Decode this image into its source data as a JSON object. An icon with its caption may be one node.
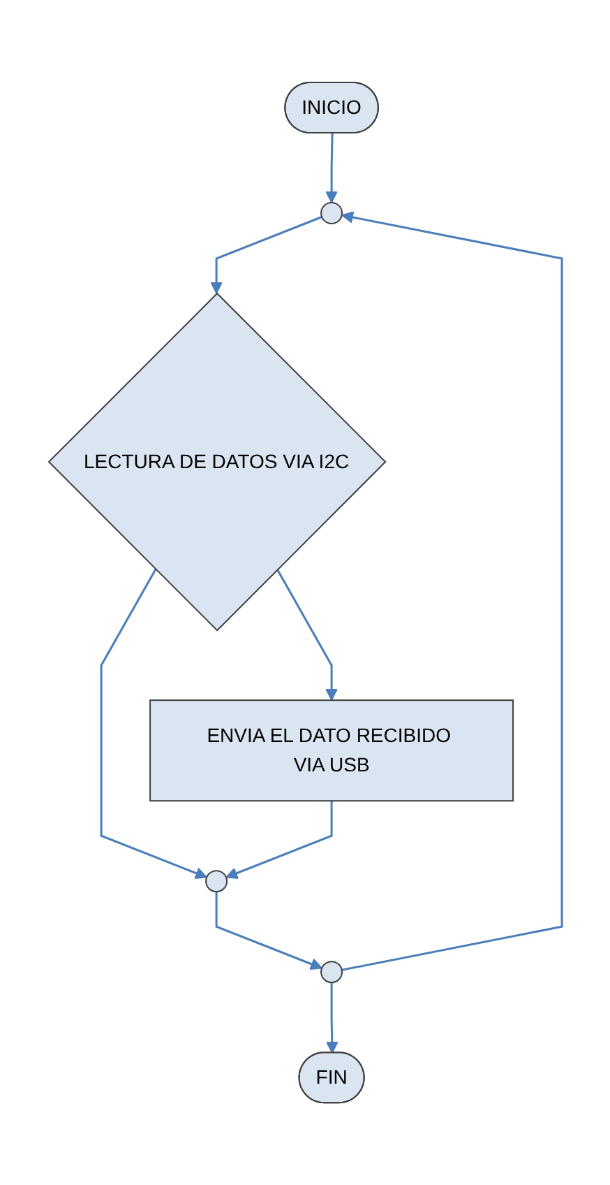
{
  "diagram": {
    "nodes": [
      {
        "text": [
          "INICIO"
        ]
      },
      {
        "text": [],
        "shape": "circle"
      },
      {
        "text": [
          "LECTURA DE DATOS VIA I2C"
        ]
      },
      {
        "text": [
          "ENVIA EL DATO RECIBIDO VIA USB"
        ]
      },
      {
        "text": [],
        "shape": "circle"
      },
      {
        "text": [],
        "shape": "circle"
      },
      {
        "text": [
          "FIN"
        ]
      }
    ],
    "edges": [
      {
        "from": 0,
        "to": 1,
        "arrow": "to"
      },
      {
        "from": 1,
        "to": 2,
        "arrow": "to"
      },
      {
        "from": 2,
        "to": 3,
        "arrow": "to"
      },
      {
        "from": 2,
        "to": 4,
        "arrow": "to"
      },
      {
        "from": 3,
        "to": 4,
        "arrow": "to"
      },
      {
        "from": 4,
        "to": 5,
        "arrow": "to"
      },
      {
        "from": 5,
        "to": 1,
        "arrow": "to"
      },
      {
        "from": 5,
        "to": 6,
        "arrow": "to"
      }
    ]
  }
}
